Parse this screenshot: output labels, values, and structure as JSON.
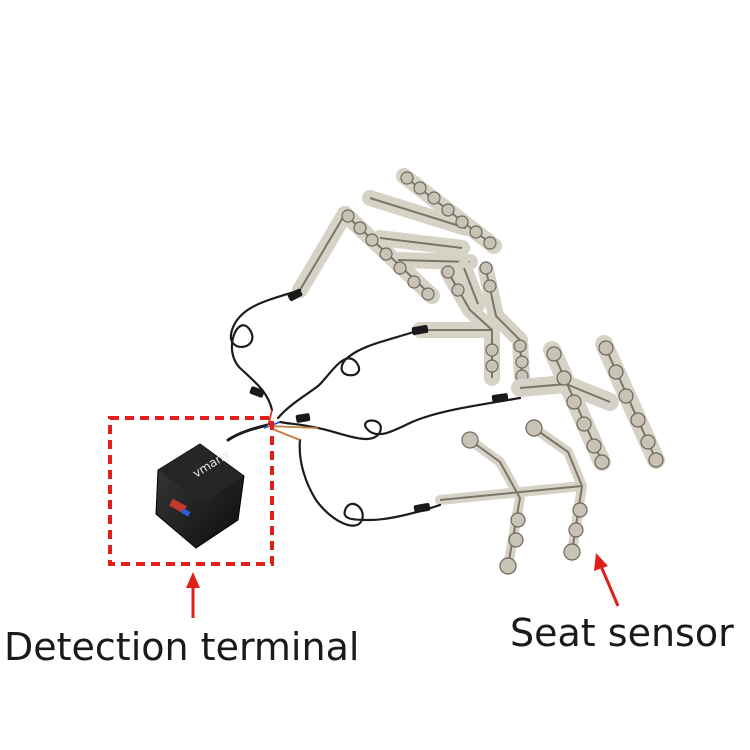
{
  "annotations": {
    "terminal_label": "Detection terminal",
    "seat_label": "Seat sensor"
  },
  "device": {
    "brand_text": "vmanx"
  },
  "colors": {
    "highlight_box": "#e1201c",
    "arrow": "#e1201c",
    "wire": "#1c1c1c",
    "sensor_film": "#d7d2c6",
    "sensor_trace": "#7b7468",
    "device_body": "#141414"
  },
  "icons": {
    "terminal_arrow": "up-arrow-icon",
    "seat_arrow": "up-left-arrow-icon"
  }
}
